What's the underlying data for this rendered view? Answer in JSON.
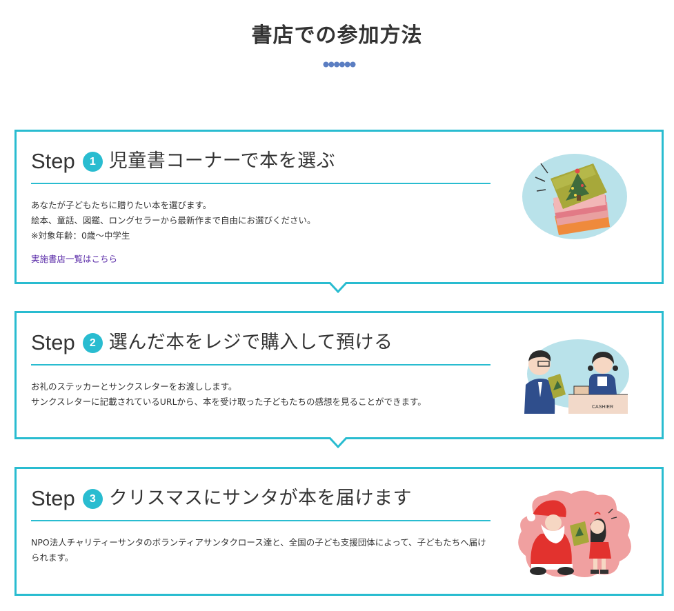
{
  "page": {
    "title": "書店での参加方法",
    "accent_color": "#29bcd0",
    "dots_color": "#5b7ec2"
  },
  "steps": [
    {
      "label": "Step",
      "number": "1",
      "title": "児童書コーナーで本を選ぶ",
      "lines": [
        "あなたが子どもたちに贈りたい本を選びます。",
        "絵本、童話、図鑑、ロングセラーから最新作まで自由にお選びください。",
        "※対象年齢：0歳〜中学生"
      ],
      "link": "実施書店一覧はこちら",
      "illustration": "books-christmas-tree-icon"
    },
    {
      "label": "Step",
      "number": "2",
      "title": "選んだ本をレジで購入して預ける",
      "lines": [
        "お礼のステッカーとサンクスレターをお渡しします。",
        "サンクスレターに記載されているURLから、本を受け取った子どもたちの感想を見ることができます。"
      ],
      "illustration_text": "CASHIER",
      "illustration": "cashier-purchase-icon"
    },
    {
      "label": "Step",
      "number": "3",
      "title": "クリスマスにサンタが本を届けます",
      "lines": [
        "NPO法人チャリティーサンタのボランティアサンタクロース達と、全国の子ども支援団体によって、子どもたちへ届けられます。"
      ],
      "illustration": "santa-gift-icon"
    }
  ]
}
